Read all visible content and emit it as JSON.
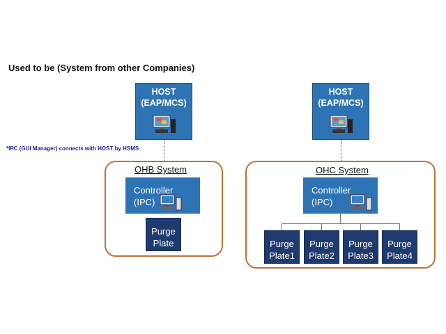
{
  "title": "Used to be (System from other Companies)",
  "left": {
    "host": {
      "line1": "HOST",
      "line2": "(EAP/MCS)"
    },
    "note": "*IPC (GUI Manager) connects with HOST by HSMS",
    "system_label": "OHB System",
    "controller": {
      "line1": "Controller",
      "line2": "(IPC)"
    },
    "purge": {
      "line1": "Purge",
      "line2": "Plate"
    }
  },
  "right": {
    "host": {
      "line1": "HOST",
      "line2": "(EAP/MCS)"
    },
    "system_label": "OHC System",
    "controller": {
      "line1": "Controller",
      "line2": "(IPC)"
    },
    "purges": [
      {
        "line1": "Purge",
        "line2": "Plate1"
      },
      {
        "line1": "Purge",
        "line2": "Plate2"
      },
      {
        "line1": "Purge",
        "line2": "Plate3"
      },
      {
        "line1": "Purge",
        "line2": "Plate4"
      }
    ]
  },
  "colors": {
    "host_blue": "#2e74b5",
    "purge_navy": "#1f3a6e",
    "system_border": "#c0713a",
    "note_blue": "#1a1aa8"
  }
}
